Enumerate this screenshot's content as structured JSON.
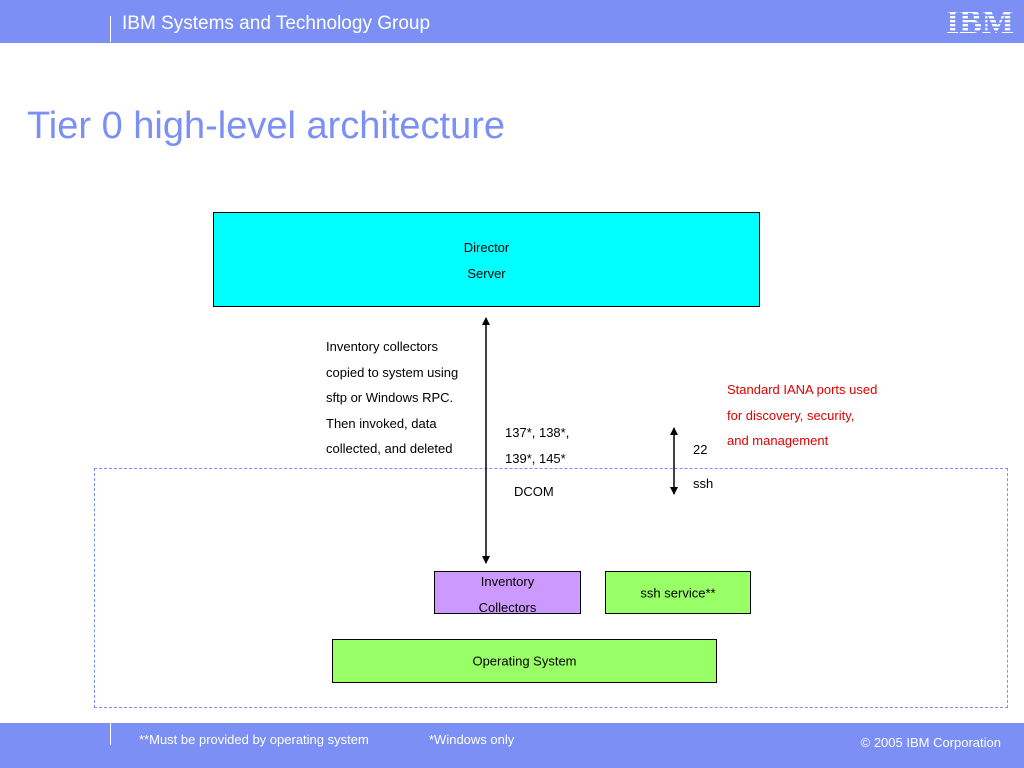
{
  "header": {
    "group": "IBM Systems and Technology Group",
    "logo_text": "IBM"
  },
  "slide": {
    "title": "Tier 0 high-level architecture"
  },
  "diagram": {
    "director_server": [
      "Director",
      "Server"
    ],
    "inventory_note": [
      "Inventory collectors",
      "copied to system using",
      "sftp or Windows RPC.",
      "Then invoked, data",
      "collected, and deleted"
    ],
    "dcom_ports": [
      "137*, 138*,",
      "139*, 145*"
    ],
    "dcom_label": "DCOM",
    "ssh_port": "22",
    "ssh_label": "ssh",
    "iana_note": [
      "Standard IANA ports used",
      "for discovery, security,",
      "and management"
    ],
    "inventory_collectors": [
      "Inventory",
      "Collectors"
    ],
    "ssh_service": "ssh service**",
    "operating_system": "Operating System"
  },
  "footer": {
    "note_provided": "**Must be provided by operating system",
    "note_windows": "*Windows only",
    "copyright": "© 2005 IBM Corporation"
  },
  "colors": {
    "accent": "#7b8ff5",
    "director": "#00ffff",
    "inventory": "#cc99ff",
    "green": "#99ff66",
    "note_red": "#e00000"
  }
}
